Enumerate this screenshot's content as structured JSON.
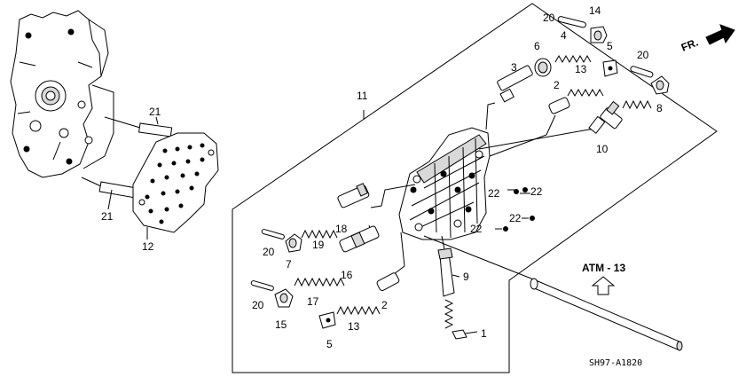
{
  "callouts": {
    "p1": "1",
    "p2a": "2",
    "p2b": "2",
    "p3": "3",
    "p4": "4",
    "p5a": "5",
    "p5b": "5",
    "p6": "6",
    "p7": "7",
    "p8": "8",
    "p9": "9",
    "p10": "10",
    "p11": "11",
    "p12": "12",
    "p13a": "13",
    "p13b": "13",
    "p14": "14",
    "p15": "15",
    "p16": "16",
    "p17": "17",
    "p18": "18",
    "p19": "19",
    "p20a": "20",
    "p20b": "20",
    "p20c": "20",
    "p20d": "20",
    "p21a": "21",
    "p21b": "21",
    "p22a": "22",
    "p22b": "22",
    "p22c": "22",
    "p22d": "22"
  },
  "reference": {
    "label": "ATM - 13"
  },
  "front_marker": {
    "label": "FR."
  },
  "diagram_code": "SH97-A1820"
}
